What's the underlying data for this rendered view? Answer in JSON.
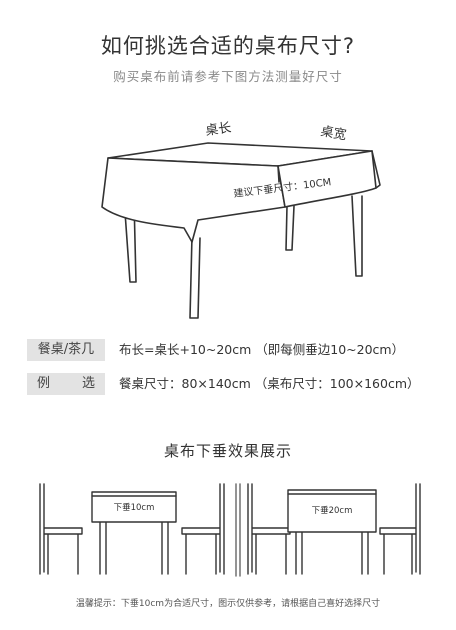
{
  "header": {
    "title": "如何挑选合适的桌布尺寸?",
    "subtitle": "购买桌布前请参考下图方法测量好尺寸"
  },
  "diagram": {
    "length_label": "桌长",
    "width_label": "桌宽",
    "drop_label": "建议下垂尺寸：10CM"
  },
  "rules": {
    "category_label": "餐桌/茶几",
    "formula": "布长=桌长+10~20cm （即每侧垂边10~20cm）",
    "example_label_left": "例",
    "example_label_right": "选",
    "example_text": "餐桌尺寸：80×140cm （桌布尺寸：100×160cm）"
  },
  "showcase": {
    "title": "桌布下垂效果展示",
    "left_drop_label": "下垂10cm",
    "right_drop_label": "下垂20cm"
  },
  "footer": {
    "note": "温馨提示：下垂10cm为合适尺寸，图示仅供参考，请根据自己喜好选择尺寸"
  }
}
